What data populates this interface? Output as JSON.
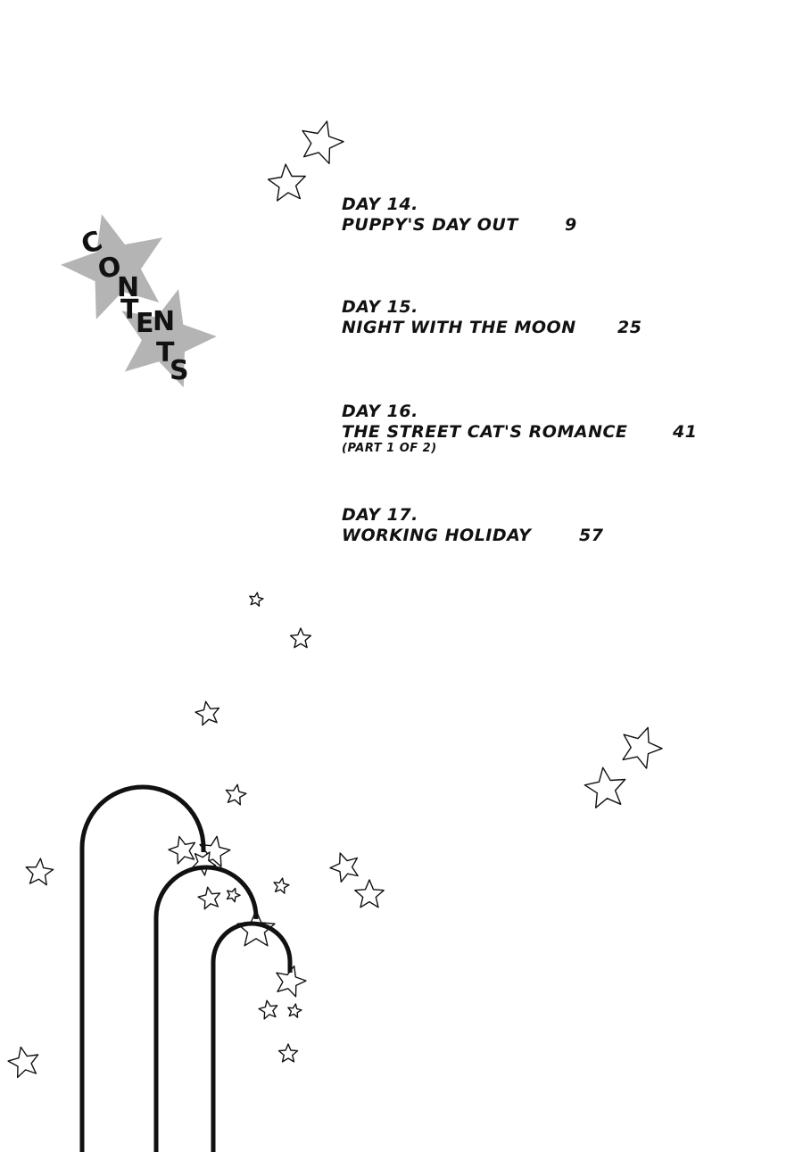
{
  "heading": "CONTENTS",
  "entries": [
    {
      "day": "DAY 14.",
      "title": "PUPPY'S DAY OUT",
      "page": "9"
    },
    {
      "day": "DAY 15.",
      "title": "NIGHT WITH THE MOON",
      "page": "25"
    },
    {
      "day": "DAY 16.",
      "title": "THE STREET CAT'S ROMANCE",
      "subtitle": "(PART 1 OF 2)",
      "page": "41"
    },
    {
      "day": "DAY 17.",
      "title": "WORKING HOLIDAY",
      "page": "57"
    }
  ],
  "colors": {
    "ink": "#111111",
    "star_fill": "#b4b4b4"
  }
}
